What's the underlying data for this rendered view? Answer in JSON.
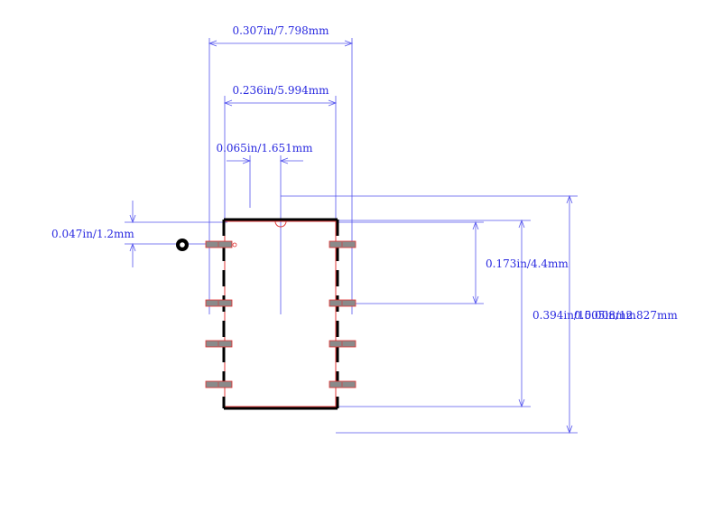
{
  "diagram": {
    "dimensions": {
      "overall_width": "0.307in/7.798mm",
      "pad_span": "0.236in/5.994mm",
      "pitch": "0.065in/1.651mm",
      "pad_height": "0.047in/1.2mm",
      "body_width": "0.173in/4.4mm",
      "body_length": "0.394in/10.008mm",
      "overall_length": "0.505in/12.827mm"
    },
    "colors": {
      "dimension": "#2a2ae0",
      "body_outline": "#000000",
      "courtyard": "#e23a3a",
      "pad_fill": "#8a8a8a"
    },
    "pads_per_side": 4,
    "pin1_marker": "ring-icon"
  }
}
